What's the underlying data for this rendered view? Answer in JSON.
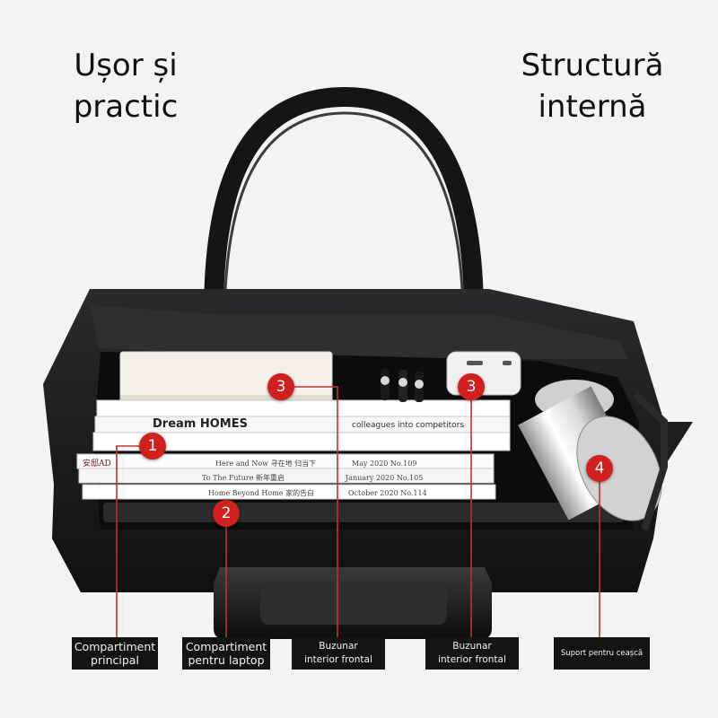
{
  "headings": {
    "left": [
      "Ușor și",
      "practic"
    ],
    "right": [
      "Structură",
      "internă"
    ]
  },
  "markers": [
    {
      "number": "1",
      "label": [
        "Compartiment",
        "principal"
      ]
    },
    {
      "number": "2",
      "label": [
        "Compartiment",
        "pentru laptop"
      ]
    },
    {
      "number": "3",
      "label": [
        "Buzunar",
        "interior frontal"
      ]
    },
    {
      "number": "3",
      "label": [
        "Buzunar",
        "interior frontal"
      ]
    },
    {
      "number": "4",
      "label": [
        "Suport pentru ceașcă"
      ]
    }
  ],
  "book_spines": {
    "top_book": "",
    "magazine_1": "Dream HOMES",
    "magazine_1_right": "colleagues into competitors",
    "magazine_2": "安邸AD",
    "magazine_2_right": "Here and Now 寻在地 归当下",
    "magazine_2_issue": "May 2020 No.109",
    "magazine_3_right": "To The Future 新年重启",
    "magazine_3_issue": "January 2020 No.105",
    "magazine_4_right": "Home Beyond Home 家的告白",
    "magazine_4_issue": "October 2020 No.114"
  },
  "colors": {
    "marker_red": "#d0201f",
    "label_bg": "#141414",
    "bag": "#1b1b1d",
    "background": "#f3f3f3"
  }
}
